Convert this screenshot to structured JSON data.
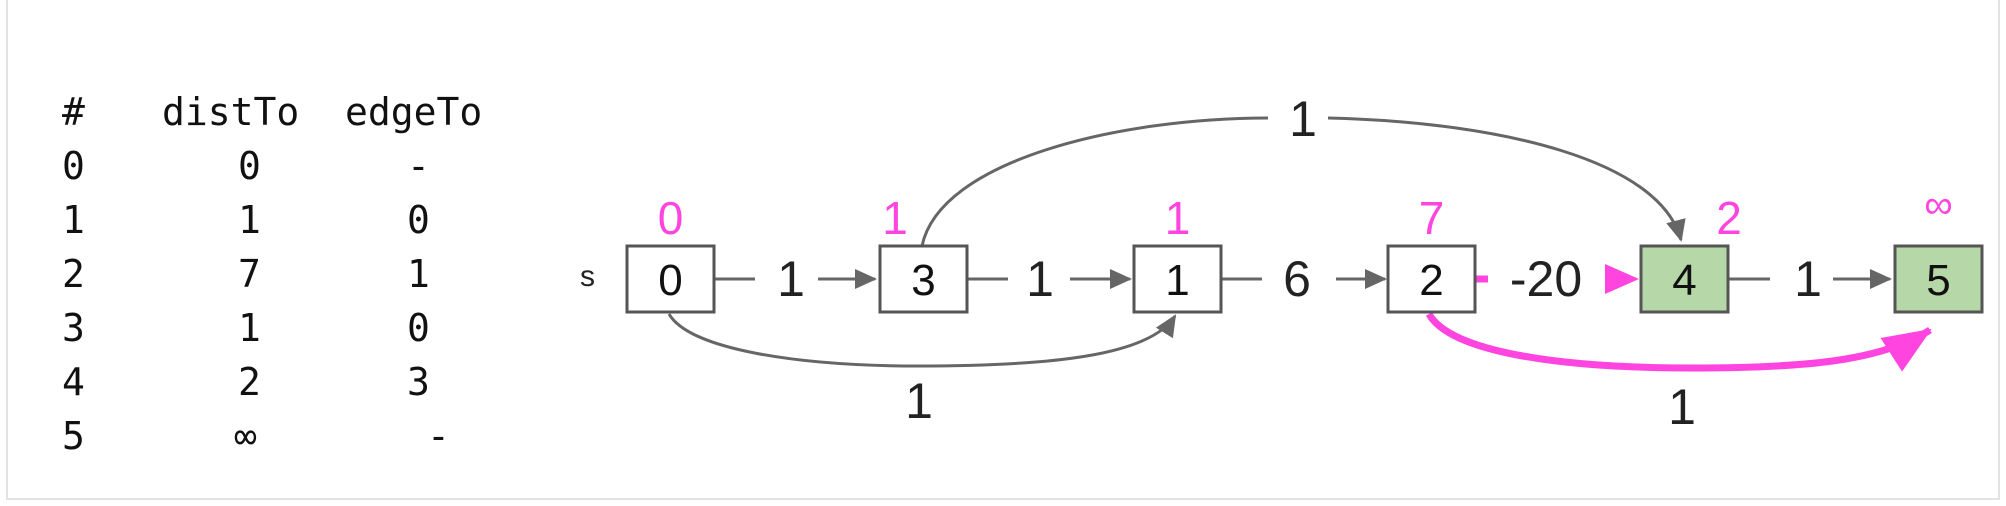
{
  "table": {
    "headers": [
      "#",
      "distTo",
      "edgeTo"
    ],
    "rows": [
      {
        "v": "0",
        "dist": "0",
        "edge": "-"
      },
      {
        "v": "1",
        "dist": "1",
        "edge": "0"
      },
      {
        "v": "2",
        "dist": "7",
        "edge": "1"
      },
      {
        "v": "3",
        "dist": "1",
        "edge": "0"
      },
      {
        "v": "4",
        "dist": "2",
        "edge": "3"
      },
      {
        "v": "5",
        "dist": "∞",
        "edge": "-"
      }
    ]
  },
  "graph": {
    "source_label": "s",
    "nodes": [
      {
        "label": "0",
        "dist": "0",
        "highlighted": false
      },
      {
        "label": "3",
        "dist": "1",
        "highlighted": false
      },
      {
        "label": "1",
        "dist": "1",
        "highlighted": false
      },
      {
        "label": "2",
        "dist": "7",
        "highlighted": false
      },
      {
        "label": "4",
        "dist": "2",
        "highlighted": true
      },
      {
        "label": "5",
        "dist": "∞",
        "highlighted": true
      }
    ],
    "straight_edges": [
      {
        "from": "0",
        "to": "3",
        "weight": "1",
        "highlighted": false
      },
      {
        "from": "3",
        "to": "1",
        "weight": "1",
        "highlighted": false
      },
      {
        "from": "1",
        "to": "2",
        "weight": "6",
        "highlighted": false
      },
      {
        "from": "2",
        "to": "4",
        "weight": "-20",
        "highlighted": true
      },
      {
        "from": "4",
        "to": "5",
        "weight": "1",
        "highlighted": false
      }
    ],
    "curved_edges": [
      {
        "from": "3",
        "to": "4",
        "weight": "1",
        "highlighted": false
      },
      {
        "from": "0",
        "to": "1",
        "weight": "1",
        "highlighted": false
      },
      {
        "from": "2",
        "to": "5",
        "weight": "1",
        "highlighted": true
      }
    ]
  },
  "colors": {
    "node_fill": "#ffffff",
    "node_highlight_fill": "#b6d7a8",
    "node_stroke": "#555555",
    "edge": "#666666",
    "highlight": "#ff44e0",
    "dist_label": "#ff44e0"
  }
}
